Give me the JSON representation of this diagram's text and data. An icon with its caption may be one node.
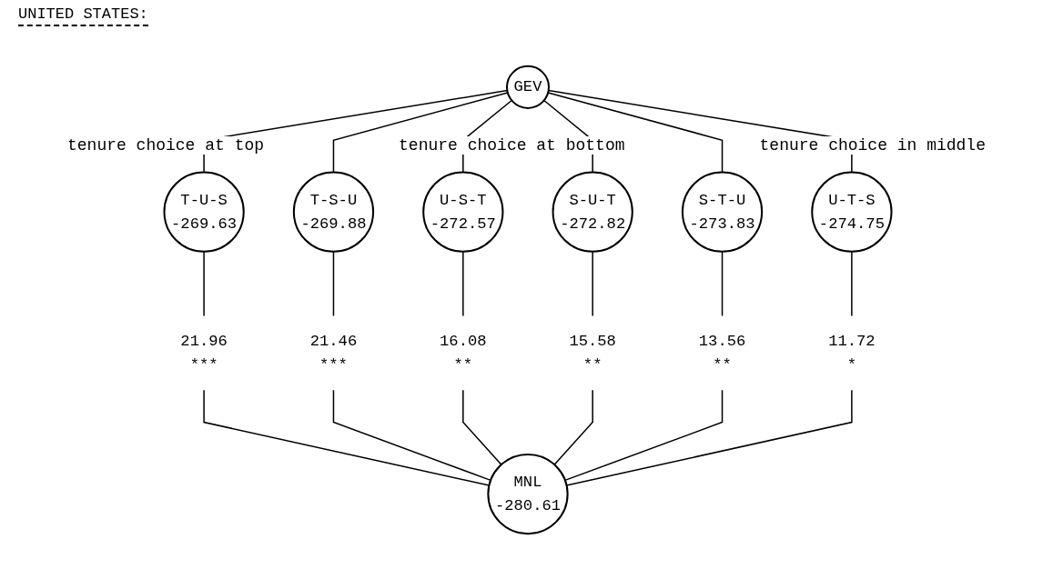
{
  "diagram": {
    "title": "UNITED STATES:",
    "nodes": [
      {
        "text": [
          "GEV"
        ]
      },
      {
        "text": [
          "T-U-S",
          "-269.63"
        ]
      },
      {
        "text": [
          "T-S-U",
          "-269.88"
        ]
      },
      {
        "text": [
          "U-S-T",
          "-272.57"
        ]
      },
      {
        "text": [
          "S-U-T",
          "-272.82"
        ]
      },
      {
        "text": [
          "S-T-U",
          "-273.83"
        ]
      },
      {
        "text": [
          "U-T-S",
          "-274.75"
        ]
      },
      {
        "text": [
          "21.96",
          "***"
        ]
      },
      {
        "text": [
          "21.46",
          "***"
        ]
      },
      {
        "text": [
          "16.08",
          "**"
        ]
      },
      {
        "text": [
          "15.58",
          "**"
        ]
      },
      {
        "text": [
          "13.56",
          "**"
        ]
      },
      {
        "text": [
          "11.72",
          "*"
        ]
      },
      {
        "text": [
          "MNL",
          "-280.61"
        ]
      }
    ],
    "edges": [
      {
        "from": 0,
        "to": 1,
        "arrow": "none"
      },
      {
        "from": 0,
        "to": 2,
        "arrow": "none"
      },
      {
        "from": 0,
        "to": 3,
        "arrow": "none"
      },
      {
        "from": 0,
        "to": 4,
        "arrow": "none"
      },
      {
        "from": 0,
        "to": 5,
        "arrow": "none"
      },
      {
        "from": 0,
        "to": 6,
        "arrow": "none"
      },
      {
        "from": 1,
        "to": 7,
        "arrow": "none"
      },
      {
        "from": 2,
        "to": 8,
        "arrow": "none"
      },
      {
        "from": 3,
        "to": 9,
        "arrow": "none"
      },
      {
        "from": 4,
        "to": 10,
        "arrow": "none"
      },
      {
        "from": 5,
        "to": 11,
        "arrow": "none"
      },
      {
        "from": 6,
        "to": 12,
        "arrow": "none"
      },
      {
        "from": 7,
        "to": 13,
        "arrow": "none"
      },
      {
        "from": 8,
        "to": 13,
        "arrow": "none"
      },
      {
        "from": 9,
        "to": 13,
        "arrow": "none"
      },
      {
        "from": 10,
        "to": 13,
        "arrow": "none"
      },
      {
        "from": 11,
        "to": 13,
        "arrow": "none"
      },
      {
        "from": 12,
        "to": 13,
        "arrow": "none"
      }
    ],
    "labels": [
      "tenure choice at top",
      "tenure choice at bottom",
      "tenure choice in middle"
    ]
  }
}
